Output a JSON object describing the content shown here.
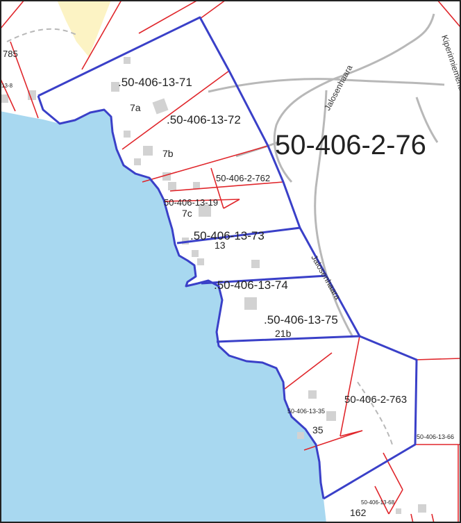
{
  "map": {
    "colors": {
      "water": "#a8d8f0",
      "field": "#fcf3c4",
      "road": "#b8b8b8",
      "parcel_boundary": "#e0262b",
      "selected_boundary": "#3a40c8",
      "building": "#d2d2d2",
      "land": "#ffffff",
      "frame": "#222222"
    },
    "parcel_labels": {
      "p71": ".50-406-13-71",
      "p72": ".50-406-13-72",
      "p762": "50-406-2-762",
      "p19": "50-406-13-19",
      "p73": ".50-406-13-73",
      "p74": ".50-406-13-74",
      "p75": ".50-406-13-75",
      "p763": "50-406-2-763",
      "p35": "50-406-13-35",
      "p66": "50-406-13-66",
      "p68": "50-406-13-68",
      "big": "50-406-2-76",
      "edge785": "785",
      "edge8": "13-8"
    },
    "address_labels": {
      "a7a": "7a",
      "a7b": "7b",
      "a7c": "7c",
      "a13": "13",
      "a21b": "21b",
      "a35": "35",
      "a162": "162"
    },
    "road_labels": {
      "r1": "Jalosenhaara",
      "r2": "Kiperinniementie",
      "r3": "Jalosenhaara"
    }
  }
}
